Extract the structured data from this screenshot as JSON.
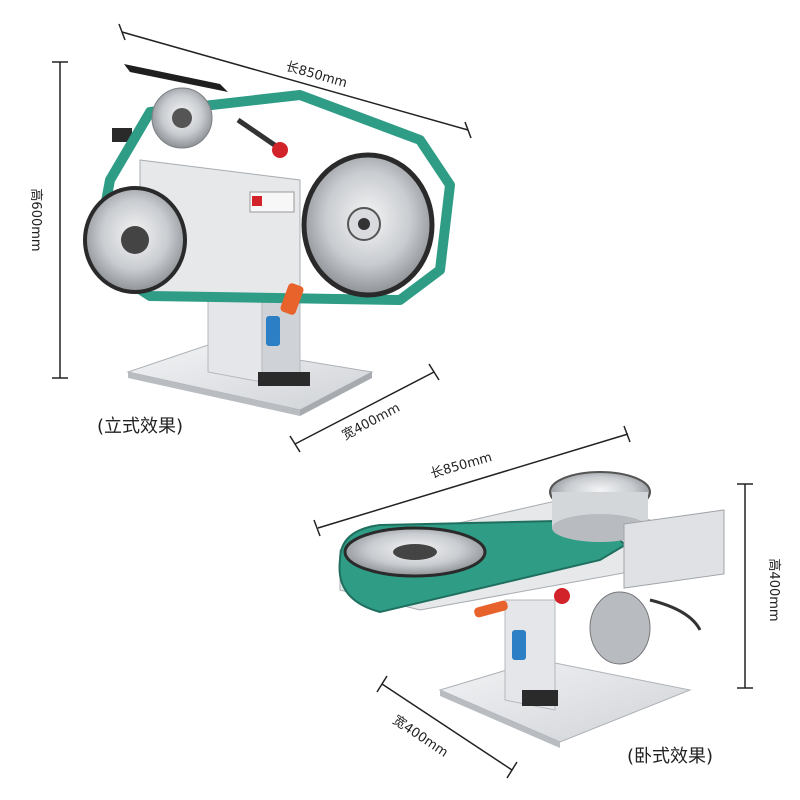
{
  "vertical": {
    "caption": "(立式效果)",
    "length_label": "长850mm",
    "height_label": "高600mm",
    "width_label": "宽400mm"
  },
  "horizontal": {
    "caption": "(卧式效果)",
    "length_label": "长850mm",
    "height_label": "高400mm",
    "width_label": "宽400mm"
  },
  "colors": {
    "belt": "#2f9c86",
    "frame": "#e6e8ea",
    "wheel": "#c9ccd0",
    "knob": "#d2232a",
    "handle": "#e8622c"
  }
}
